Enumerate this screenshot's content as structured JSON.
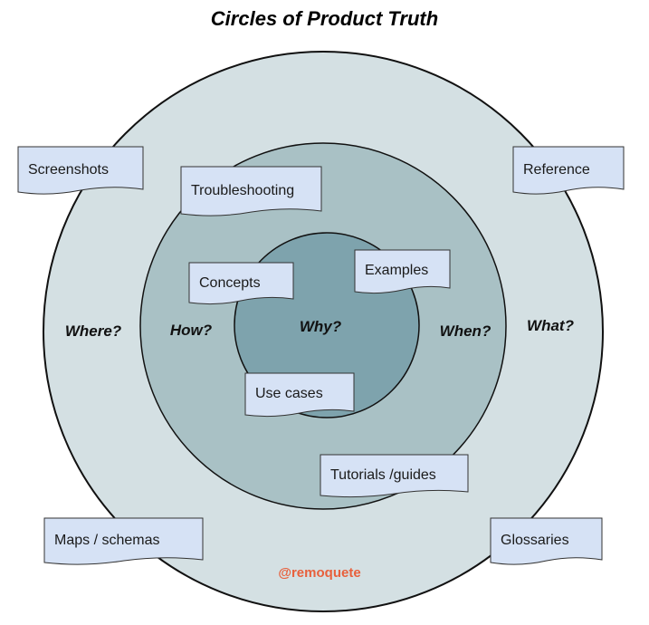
{
  "title": "Circles of Product Truth",
  "questions": {
    "where": "Where?",
    "how": "How?",
    "why": "Why?",
    "when": "When?",
    "what": "What?"
  },
  "notes": {
    "screenshots": "Screenshots",
    "reference": "Reference",
    "troubleshooting": "Troubleshooting",
    "concepts": "Concepts",
    "examples": "Examples",
    "use_cases": "Use cases",
    "tutorials": "Tutorials /guides",
    "maps": "Maps / schemas",
    "glossaries": "Glossaries"
  },
  "credit": "@remoquete",
  "colors": {
    "outer_circle": "#d4e0e3",
    "middle_circle": "#a9c1c5",
    "inner_circle": "#7ea3ad",
    "note_fill": "#d6e2f5",
    "note_stroke": "#333333",
    "credit": "#e8603c"
  }
}
